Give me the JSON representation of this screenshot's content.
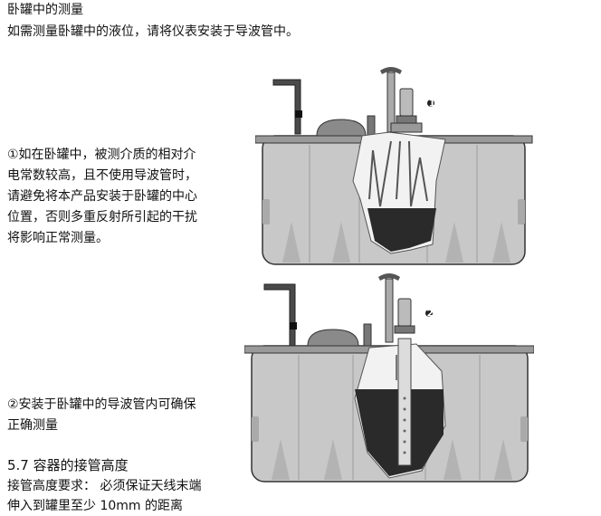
{
  "heading": "卧罐中的测量",
  "intro": "如需测量卧罐中的液位，请将仪表安装于导波管中。",
  "note1": {
    "lines": [
      "①如在卧罐中，被测介质的相对介",
      "电常数较高，且不使用导波管时，",
      "请避免将本产品安装于卧罐的中心",
      "位置，否则多重反射所引起的干扰",
      "将影响正常测量。"
    ]
  },
  "note2": {
    "lines": [
      "②安装于卧罐中的导波管内可确保",
      "正确测量"
    ]
  },
  "section": {
    "title": "5.7 容器的接管高度",
    "lines": [
      "接管高度要求：  必须保证天线末端",
      "伸入到罐里至少 10mm 的距离"
    ]
  },
  "figures": {
    "fig1_marker": "1",
    "fig2_marker": "2"
  },
  "colors": {
    "tank_body": "#c8c8c8",
    "tank_outline": "#333333",
    "liquid_dark": "#2a2a2a",
    "cutaway": "#f2f2f2"
  }
}
